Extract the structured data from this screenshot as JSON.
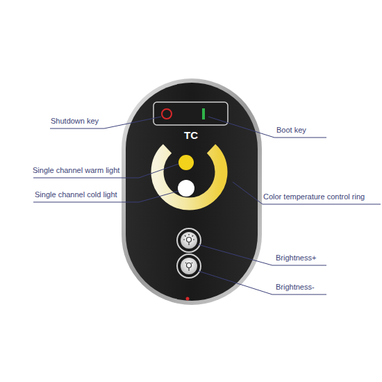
{
  "diagram": {
    "labels": [
      "Shutdown key",
      "Boot key",
      "TC",
      "Single channel warm light",
      "Color temperature control ring",
      "Single channel cold light",
      "Brightness+",
      "Brightness-"
    ]
  }
}
